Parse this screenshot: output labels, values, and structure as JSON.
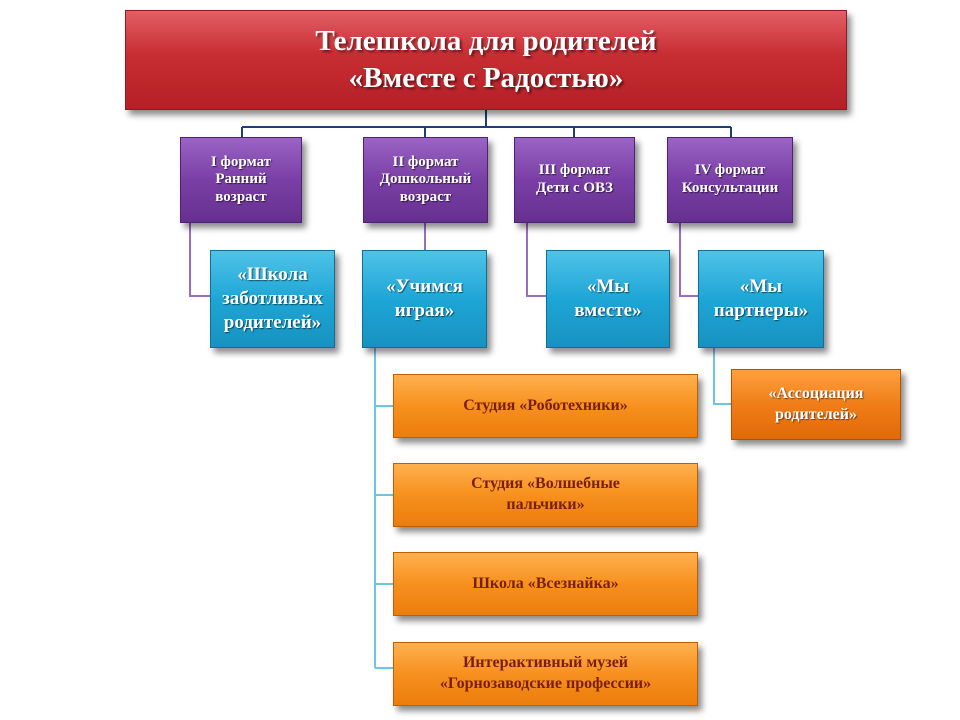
{
  "title": "Телешкола для родителей\n«Вместе с Радостью»",
  "formats": [
    {
      "label": "I формат\nРанний\nвозраст"
    },
    {
      "label": "II формат\nДошкольный\nвозраст"
    },
    {
      "label": "III формат\nДети с ОВЗ"
    },
    {
      "label": "IV формат\nКонсультации"
    }
  ],
  "projects": [
    {
      "label": "«Школа\nзаботливых\nродителей»"
    },
    {
      "label": "«Учимся\nиграя»"
    },
    {
      "label": "«Мы\nвместе»"
    },
    {
      "label": "«Мы\nпартнеры»"
    }
  ],
  "studios": [
    {
      "label": "Студия «Роботехники»"
    },
    {
      "label": "Студия «Волшебные\nпальчики»"
    },
    {
      "label": "Школа «Всезнайка»"
    },
    {
      "label": "Интерактивный музей\n«Горнозаводские профессии»"
    }
  ],
  "association": {
    "label": "«Ассоциация\nродителей»"
  },
  "colors": {
    "title_bg": "#c72d33",
    "format_bg": "#7a3fa6",
    "project_bg": "#1ea6d6",
    "studio_bg": "#f7901e",
    "studio_text": "#7a1f10",
    "connector": "#1e3f73"
  }
}
